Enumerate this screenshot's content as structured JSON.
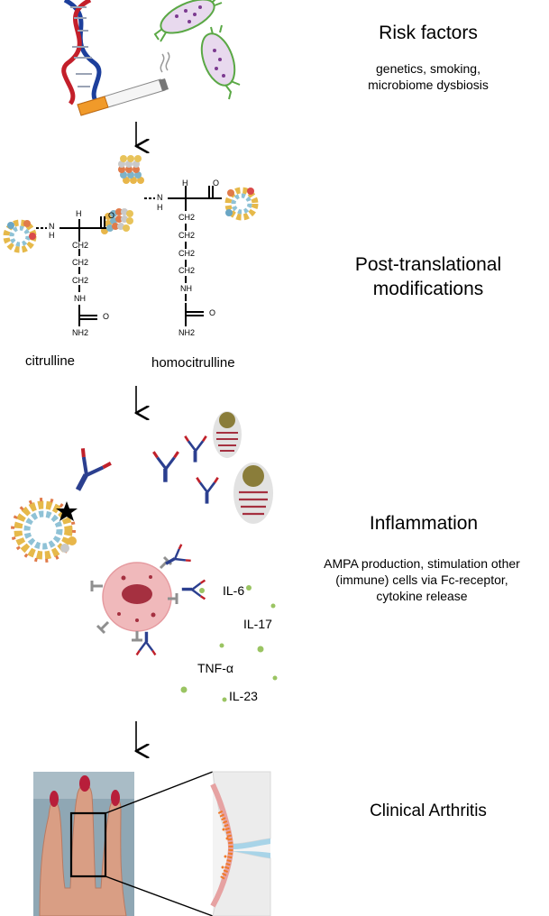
{
  "stages": {
    "risk": {
      "title": "Risk factors",
      "subtitle_line1": "genetics, smoking,",
      "subtitle_line2": "microbiome dysbiosis"
    },
    "ptm": {
      "title_line1": "Post-translational",
      "title_line2": "modifications"
    },
    "inflammation": {
      "title": "Inflammation",
      "subtitle_line1": "AMPA production, stimulation other",
      "subtitle_line2": "(immune) cells via Fc-receptor,",
      "subtitle_line3": "cytokine release"
    },
    "arthritis": {
      "title": "Clinical Arthritis"
    }
  },
  "molecules": {
    "citrulline": "citrulline",
    "homocitrulline": "homocitrulline"
  },
  "chem_labels": {
    "n": "N",
    "h": "H",
    "o": "O",
    "ch2": "CH2",
    "nh": "NH",
    "nh2": "NH2"
  },
  "cytokines": [
    "IL-6",
    "IL-17",
    "TNF-α",
    "IL-23"
  ],
  "colors": {
    "antibody_blue": "#2b3f8f",
    "antibody_red": "#c0202a",
    "cell_pink": "#f0b9bb",
    "nucleus": "#a53040",
    "cytokine_green": "#9ac462",
    "bacteria_green": "#5aa845",
    "bacteria_fill": "#e8d9ee"
  }
}
